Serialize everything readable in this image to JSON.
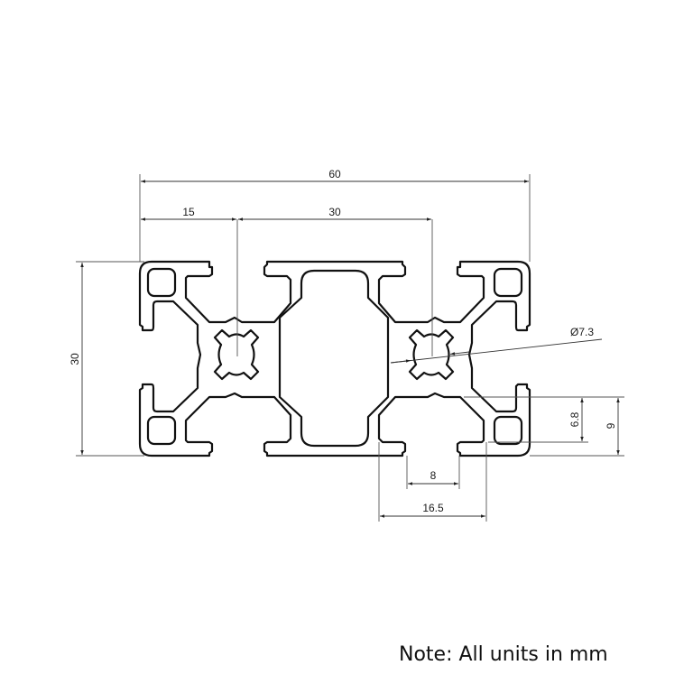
{
  "drawing": {
    "subject": "3060 aluminum extrusion profile cross-section",
    "dimensions": {
      "overall_width": "60",
      "first_slot_center": "15",
      "slot_spacing": "30",
      "overall_height": "30",
      "center_bore": "Ø7.3",
      "slot_depth_inner": "6.8",
      "slot_depth": "9",
      "slot_opening": "8",
      "slot_inner_width": "16.5"
    },
    "note": "Note: All units in mm"
  },
  "colors": {
    "line": "#111111",
    "background": "#ffffff"
  }
}
